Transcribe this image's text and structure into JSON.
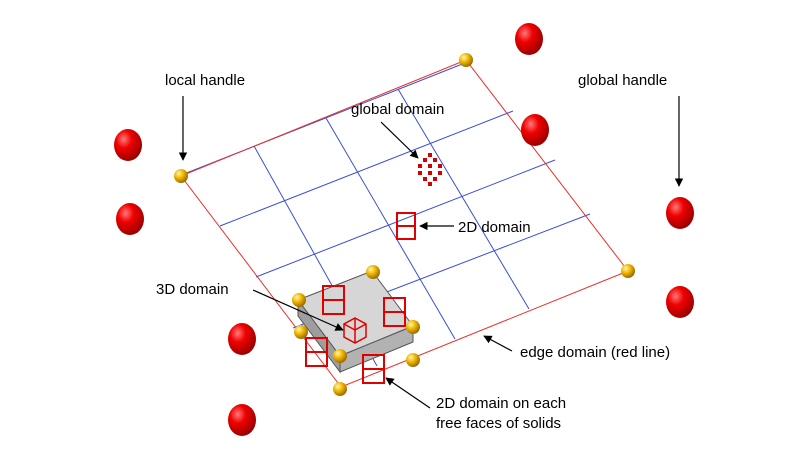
{
  "labels": {
    "local_handle": "local handle",
    "global_handle": "global handle",
    "global_domain": "global domain",
    "domain_2d": "2D domain",
    "domain_3d": "3D domain",
    "edge_domain": "edge domain (red line)",
    "faces_line1": "2D domain on each",
    "faces_line2": "free faces of solids"
  },
  "colors": {
    "edge_line": "#e8302a",
    "grid_line": "#3a4fd6",
    "handle_global": "#e80000",
    "handle_local": "#f0b400",
    "solid_fill": "#bfbfbf",
    "domain_box": "#e00000"
  }
}
